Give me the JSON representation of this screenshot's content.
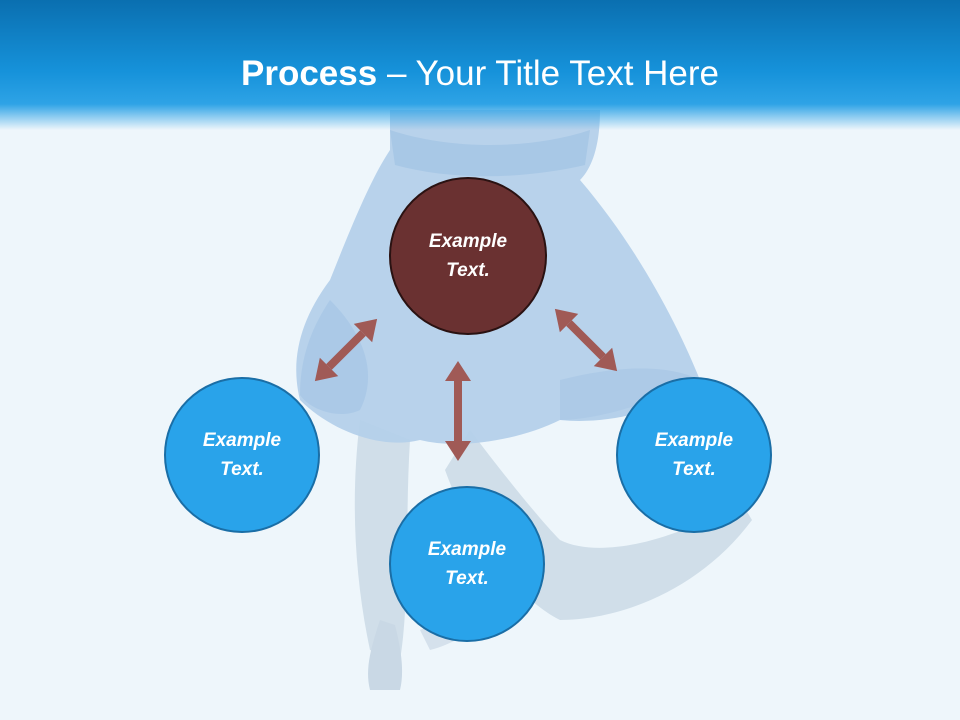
{
  "header": {
    "title_bold": "Process",
    "title_rest": " – Your Title Text Here"
  },
  "diagram": {
    "center": {
      "line1": "Example",
      "line2": "Text."
    },
    "nodes": [
      {
        "id": "left",
        "line1": "Example",
        "line2": "Text."
      },
      {
        "id": "bottom",
        "line1": "Example",
        "line2": "Text."
      },
      {
        "id": "right",
        "line1": "Example",
        "line2": "Text."
      }
    ]
  },
  "colors": {
    "header": "#1692da",
    "center_fill": "#6a3131",
    "node_fill": "#29a3ea",
    "arrow": "#a05a56"
  }
}
